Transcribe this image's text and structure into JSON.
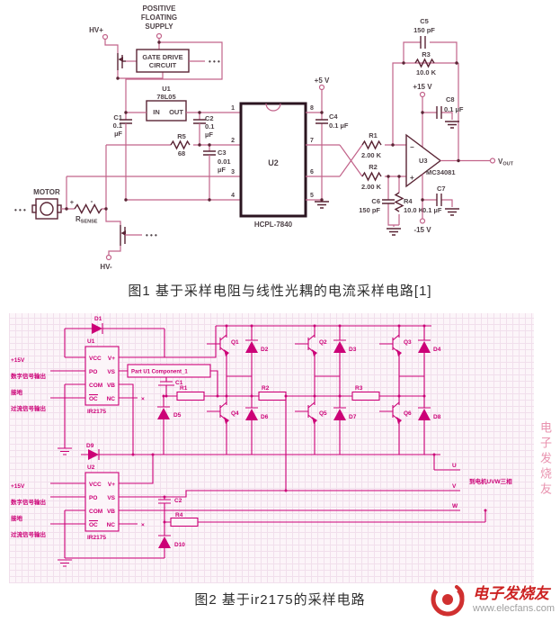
{
  "accent_colors": {
    "fig1_wire": "#c2638a",
    "fig1_component": "#5a2535",
    "fig1_text": "#4e4247",
    "fig2_magenta": "#cc0077",
    "grid_bg": "#fcf5f9",
    "logo_red": "#cc2222",
    "logo_gray": "#9f9f9f",
    "watermark_pink": "#e4799c"
  },
  "fig1": {
    "sup1": "POSITIVE",
    "sup2": "FLOATING",
    "sup3": "SUPPLY",
    "hvp": "HV+",
    "hvm": "HV-",
    "gd1": "GATE DRIVE",
    "gd2": "CIRCUIT",
    "u1": "U1",
    "u1p": "78L05",
    "in": "IN",
    "out": "OUT",
    "c1": "C1",
    "c1a": "0.1",
    "c1b": "µF",
    "c2": "C2",
    "c2a": "0.1",
    "c2b": "µF",
    "r5": "R5",
    "r5v": "68",
    "c3": "C3",
    "c3a": "0.01",
    "c3b": "µF",
    "u2": "U2",
    "u2p": "HCPL-7840",
    "n1": "1",
    "n2": "2",
    "n3": "3",
    "n4": "4",
    "n5": "5",
    "n6": "6",
    "n7": "7",
    "n8": "8",
    "p5": "+5 V",
    "c4": "C4",
    "c4v": "0.1 µF",
    "r1": "R1",
    "r1v": "2.00 K",
    "r2": "R2",
    "r2v": "2.00 K",
    "c5": "C5",
    "c5v": "150 pF",
    "r3": "R3",
    "r3v": "10.0 K",
    "p15": "+15 V",
    "c8": "C8",
    "c8v": "0.1 µF",
    "u3": "U3",
    "u3p": "MC34081",
    "minus": "−",
    "plus": "+",
    "vout": "V",
    "vouts": "OUT",
    "c6": "C6",
    "c6v": "150 pF",
    "r4": "R4",
    "r4v": "10.0 K",
    "c7": "C7",
    "c7v": "0.1 µF",
    "m15": "-15 V",
    "motor": "MOTOR",
    "rs": "R",
    "rss": "SENSE",
    "sp": "+",
    "sm": "-",
    "dots": "• • •"
  },
  "captions": {
    "fig1": "图1 基于采样电阻与线性光耦的电流采样电路[1]",
    "fig2": "图2 基于ir2175的采样电路"
  },
  "fig2": {
    "d1": "D1",
    "u1": "U1",
    "u2": "U2",
    "part_no": "IR2175",
    "vcc": "VCC",
    "po": "PO",
    "com": "COM",
    "oc": "OC",
    "vp": "V+",
    "vs": "VS",
    "vb": "VB",
    "nc": "NC",
    "l1": "+15V",
    "l2": "数字信号输出",
    "l3": "接地",
    "l4": "过流信号输出",
    "part": "Part U1 Component_1",
    "c1": "C1",
    "c2": "C2",
    "r1": "R1",
    "r2": "R2",
    "r3": "R3",
    "r4": "R4",
    "d5": "D5",
    "d9": "D9",
    "d10": "D10",
    "q1": "Q1",
    "q2": "Q2",
    "q3": "Q3",
    "q4": "Q4",
    "q5": "Q5",
    "q6": "Q6",
    "d2": "D2",
    "d3": "D3",
    "d4": "D4",
    "d6": "D6",
    "d7": "D7",
    "d8": "D8",
    "u": "U",
    "v": "V",
    "w": "W",
    "note": "到电机UVW三相",
    "x": "×"
  },
  "watermark": {
    "vertical": "电子发烧友",
    "brand": "电子发烧友",
    "site": "www.elecfans.com"
  }
}
